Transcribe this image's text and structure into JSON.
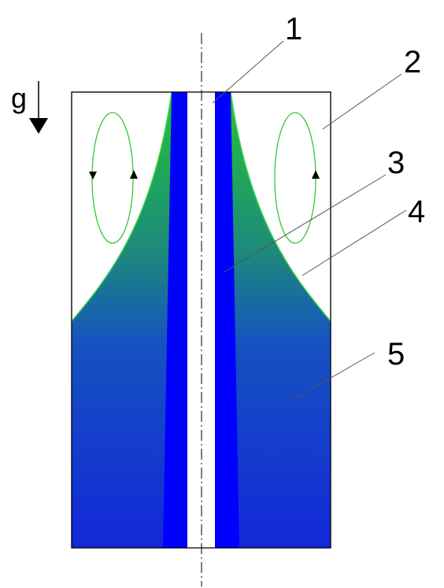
{
  "gravity": {
    "label": "g"
  },
  "callouts": [
    {
      "label": "1",
      "part": "axis"
    },
    {
      "label": "2",
      "part": "gas-region"
    },
    {
      "label": "3",
      "part": "rod"
    },
    {
      "label": "4",
      "part": "free-surface"
    },
    {
      "label": "5",
      "part": "liquid"
    }
  ],
  "colors": {
    "rod": "#0000ff",
    "liquid_top": "#22c43a",
    "liquid_bottom": "#1228d8",
    "vortex": "#35c735",
    "outline": "#000000"
  }
}
